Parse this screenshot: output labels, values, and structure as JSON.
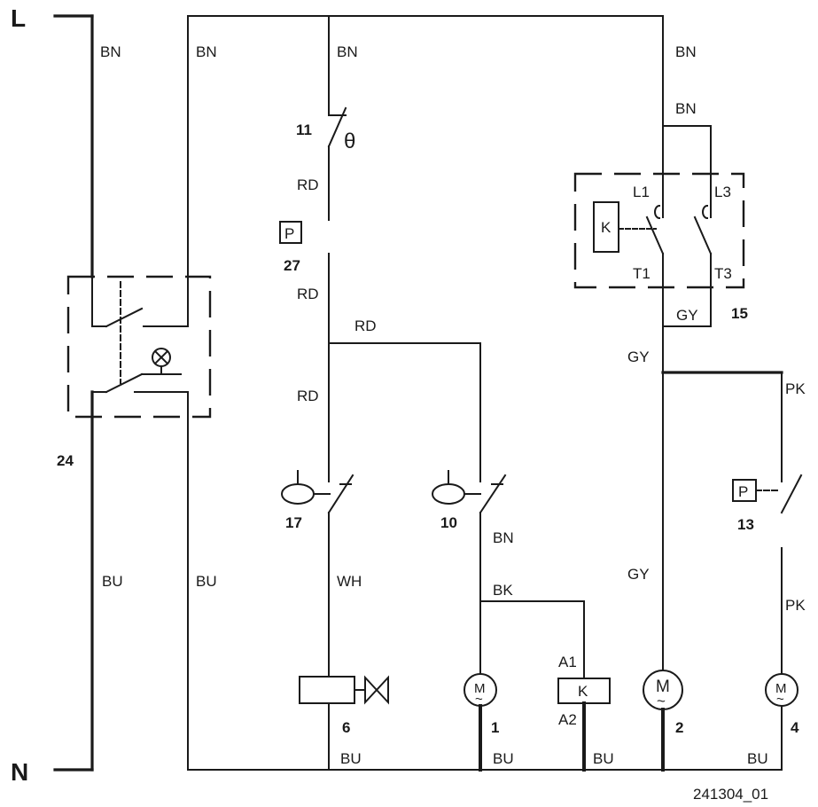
{
  "rails": {
    "line": "L",
    "neutral": "N"
  },
  "wire_labels": {
    "bn1": "BN",
    "bn2": "BN",
    "bn3": "BN",
    "bn4": "BN",
    "bn5": "BN",
    "bn6": "BN",
    "rd1": "RD",
    "rd2": "RD",
    "rd3": "RD",
    "rd4": "RD",
    "gy1": "GY",
    "gy2": "GY",
    "gy3": "GY",
    "pk1": "PK",
    "pk2": "PK",
    "bu1": "BU",
    "bu2": "BU",
    "bu3": "BU",
    "bu4": "BU",
    "bu5": "BU",
    "bu6": "BU",
    "wh": "WH",
    "bk": "BK"
  },
  "components": {
    "c11": "11",
    "c27": "27",
    "c24": "24",
    "c17": "17",
    "c10": "10",
    "c13": "13",
    "c15": "15",
    "c6": "6",
    "c1": "1",
    "c2": "2",
    "c4": "4"
  },
  "symbols": {
    "theta": "θ",
    "pressure_27": "P",
    "pressure_13": "P",
    "relay_coil": "K",
    "contactor_coil": "K",
    "motor_1": "M",
    "motor_2": "M",
    "motor_4": "M",
    "tilde": "~"
  },
  "terminals": {
    "l1": "L1",
    "l3": "L3",
    "t1": "T1",
    "t3": "T3",
    "a1": "A1",
    "a2": "A2"
  },
  "drawing_id": "241304_01"
}
